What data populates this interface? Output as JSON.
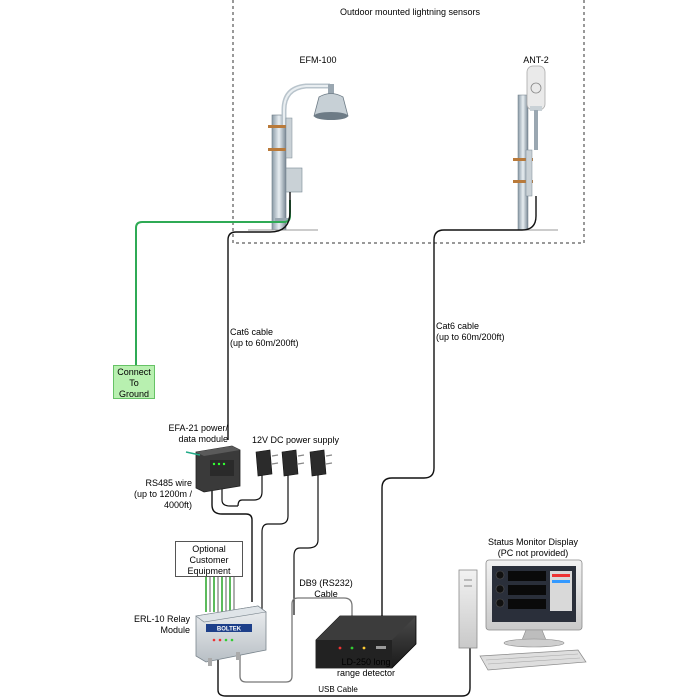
{
  "sensors_area": {
    "title": "Outdoor mounted lightning sensors"
  },
  "efm": {
    "label": "EFM-100"
  },
  "ant": {
    "label": "ANT-2"
  },
  "ground": {
    "line1": "Connect",
    "line2": "To",
    "line3": "Ground"
  },
  "cable_left": {
    "line1": "Cat6 cable",
    "line2": "(up to 60m/200ft)"
  },
  "cable_right": {
    "line1": "Cat6 cable",
    "line2": "(up to 60m/200ft)"
  },
  "efa": {
    "line1": "EFA-21 power/",
    "line2": "data module"
  },
  "psu": {
    "label": "12V DC power supply"
  },
  "rs485": {
    "line1": "RS485 wire",
    "line2": "(up to 1200m /",
    "line3": "4000ft)"
  },
  "optional": {
    "line1": "Optional",
    "line2": "Customer",
    "line3": "Equipment"
  },
  "db9": {
    "line1": "DB9 (RS232)",
    "line2": "Cable"
  },
  "erl": {
    "line1": "ERL-10 Relay",
    "line2": "Module",
    "brand": "BOLTEK"
  },
  "ld": {
    "line1": "LD-250 long",
    "line2": "range detector"
  },
  "status": {
    "line1": "Status Monitor Display",
    "line2": "(PC not provided)"
  },
  "usb": {
    "label": "USB Cable"
  },
  "colors": {
    "ground_fill": "#b8f0b0",
    "ground_wire": "#2faa55",
    "cable": "#111111",
    "gray_wire": "#777777"
  }
}
